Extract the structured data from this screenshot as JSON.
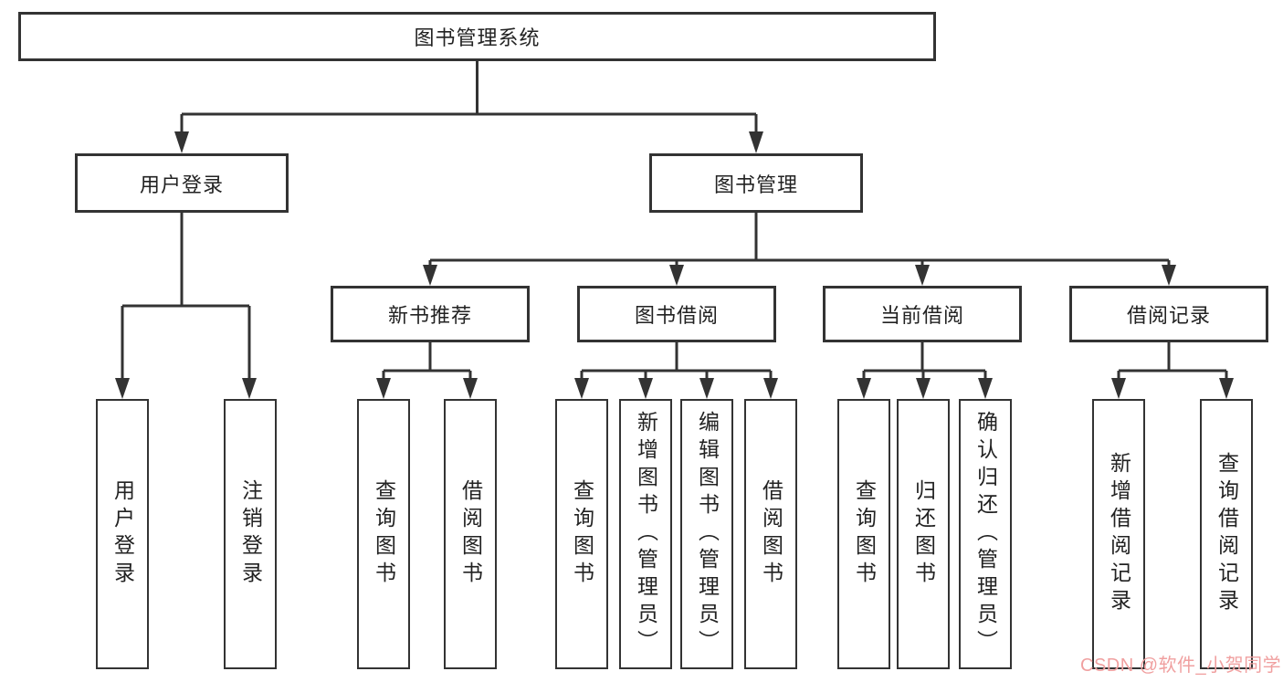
{
  "diagram": {
    "root": {
      "label": "图书管理系统"
    },
    "level2": {
      "user_login": {
        "label": "用户登录"
      },
      "book_management": {
        "label": "图书管理"
      }
    },
    "level3": {
      "new_book_recommend": {
        "label": "新书推荐"
      },
      "book_borrow": {
        "label": "图书借阅"
      },
      "current_borrow": {
        "label": "当前借阅"
      },
      "borrow_records": {
        "label": "借阅记录"
      }
    },
    "leaves": {
      "user_login": [
        "用户登录",
        "注销登录"
      ],
      "new_book_recommend": [
        "查询图书",
        "借阅图书"
      ],
      "book_borrow": [
        "查询图书",
        "新增图书（管理员）",
        "编辑图书（管理员）",
        "借阅图书"
      ],
      "current_borrow": [
        "查询图书",
        "归还图书",
        "确认归还（管理员）"
      ],
      "borrow_records": [
        "新增借阅记录",
        "查询借阅记录"
      ]
    }
  },
  "watermark": {
    "text": "CSDN @软件_小贺同学",
    "color": "#f0a0a0"
  },
  "colors": {
    "line": "#333333",
    "box_border": "#333333",
    "text": "#222222",
    "background": "#ffffff"
  }
}
